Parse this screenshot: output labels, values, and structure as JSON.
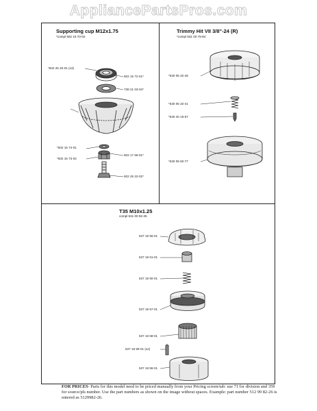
{
  "watermark": "AppliancePartsPros.com",
  "panels": {
    "supporting_cup": {
      "title": "Supporting cup M12x1.75",
      "subtitle": "*compl 502 15 70-02",
      "labels": [
        "*502 25 40-01 (x3)",
        "502 15 72-01*",
        "738 21 03-04*",
        "*502 15 74-01",
        "502 17 66-01*",
        "*502 15 73-02",
        "502 26 22-02*"
      ]
    },
    "trimmy": {
      "title": "Trimmy Hit VII 3/8\"-24 (R)",
      "subtitle": "*compl 531 00 75-84",
      "labels": [
        "*530 05 32-46",
        "*530 05 32-41",
        "*530 40 19-57",
        "*530 05 50-77"
      ]
    },
    "t35": {
      "title": "T35 M10x1.25",
      "subtitle": "compl 531 00 92-25",
      "labels": [
        "537 18 55-01",
        "537 18 61-01",
        "537 18 60-01",
        "537 18 57-01",
        "537 18 58-01",
        "537 18 59-01 (x2)",
        "537 18 56-01"
      ]
    }
  },
  "footer": {
    "lead": "FOR PRICES",
    "text": "- Parts for this model need to be priced manually from your Pricing screen/tab: use 71 for division and 359 for source/pls number. Use the part numbers as shown on the image without spaces. Example: part number 512 99 82-26 is entered as 5129982-26."
  }
}
